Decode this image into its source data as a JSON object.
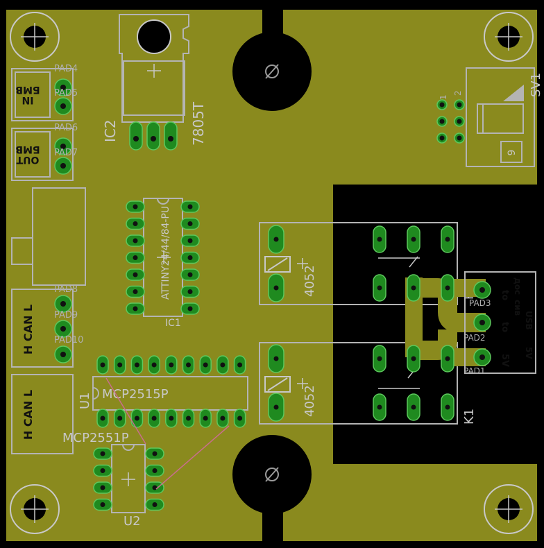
{
  "labels": {
    "pad4": "PAD4",
    "pad5": "PAD5",
    "pad6": "PAD6",
    "pad7": "PAD7",
    "pad8": "PAD8",
    "pad9": "PAD9",
    "pad10": "PAD10",
    "pad1": "PAD1",
    "pad2": "PAD2",
    "pad3": "PAD3",
    "ic1": "IC1",
    "ic1_value": "ATTINY24/44/84-PU",
    "ic2": "IC2",
    "ic2_value": "7805T",
    "u1": "U1",
    "u1_value": "MCP2515P",
    "u2": "U2",
    "u2_value": "MCP2551P",
    "k1": "K1",
    "k2": "K2",
    "relay1_value": "4052",
    "relay2_value": "4052",
    "sv1": "SV1",
    "sv1_pin1": "1",
    "sv1_pin2": "2",
    "sv1_pin9": "9"
  },
  "silk": {
    "in_line1": "IN",
    "in_line2": "БМВ",
    "out_line1": "OUT",
    "out_line2": "БМВ",
    "can1": "H CAN L",
    "can2": "H CAN L",
    "right_line1": "to",
    "right_line2": "to",
    "right_line3": "5V",
    "right_mid1": "дос",
    "right_mid2": "сив",
    "right_mid3": "USB",
    "right_mid4": "5V"
  },
  "colors": {
    "board": "#8a8a1e",
    "pad_fill": "#1f8a1f",
    "silkscreen": "#b4b4b4",
    "background": "#000000"
  }
}
